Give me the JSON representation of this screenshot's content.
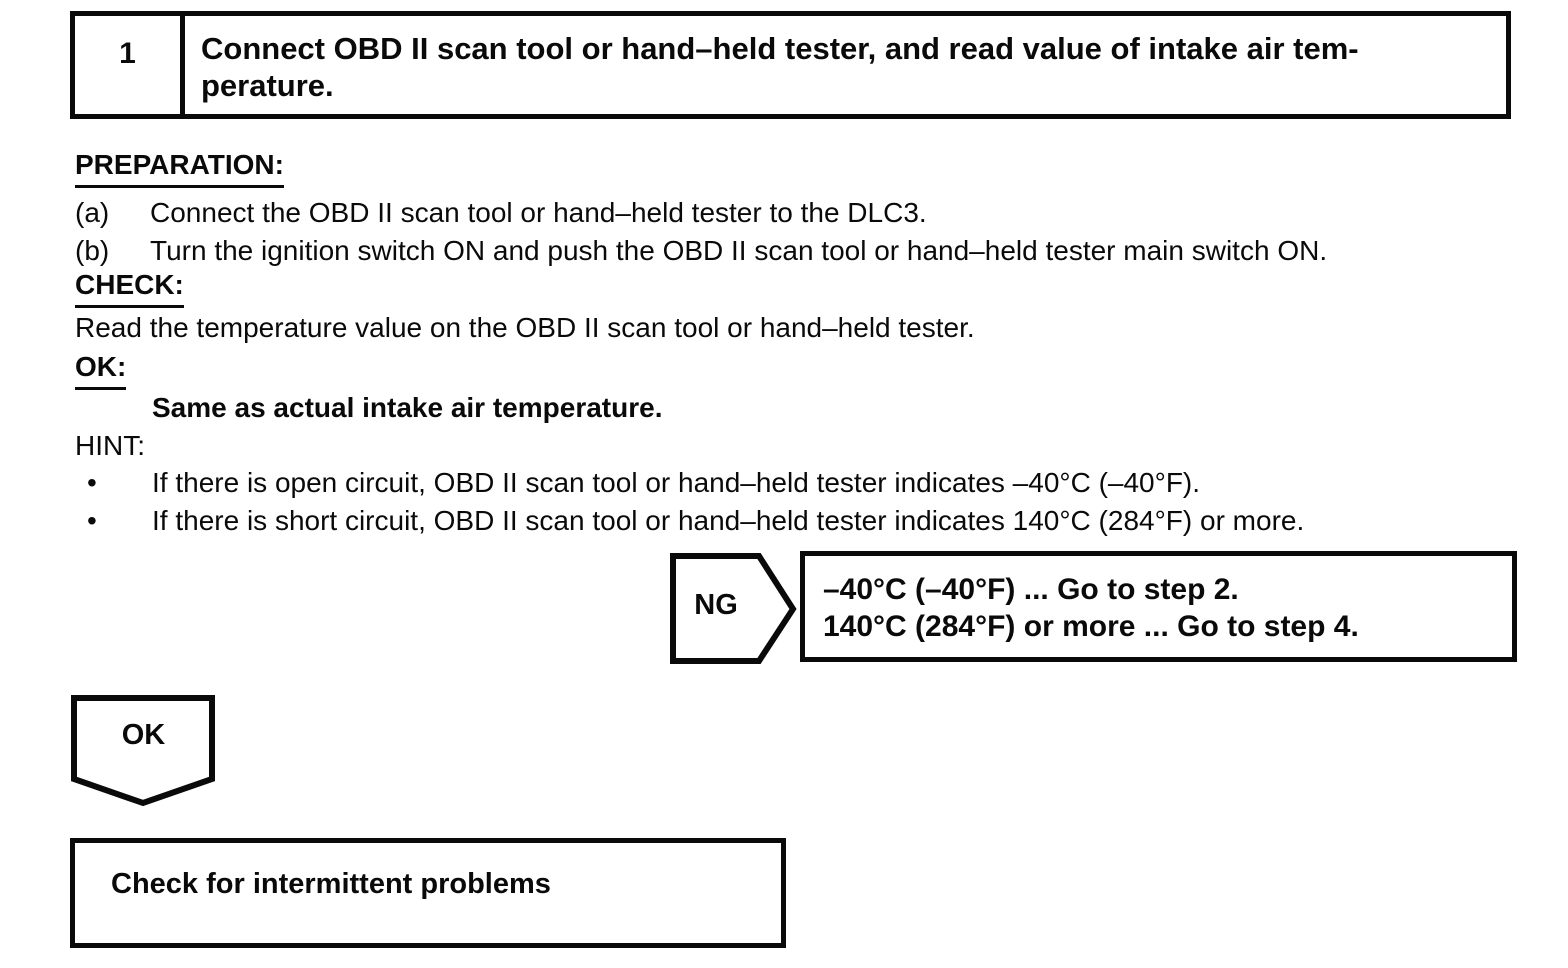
{
  "page": {
    "background": "#ffffff",
    "ink": "#0a0a0a"
  },
  "step_header": {
    "number": "1",
    "title_lines": [
      "Connect OBD II scan tool or hand–held tester, and read value of intake air tem-",
      "perature."
    ]
  },
  "sections": {
    "preparation": {
      "heading": "PREPARATION:",
      "items": [
        {
          "label": "(a)",
          "text": "Connect the OBD II scan tool or hand–held tester to the DLC3."
        },
        {
          "label": "(b)",
          "text": "Turn the ignition switch ON and push the OBD II scan tool or hand–held tester main switch ON."
        }
      ]
    },
    "check": {
      "heading": "CHECK:",
      "text": "Read the temperature value on the OBD II scan tool or hand–held tester."
    },
    "ok": {
      "heading": "OK:",
      "text": "Same as actual intake air temperature."
    },
    "hint": {
      "heading": "HINT:",
      "bullet_glyph": "•",
      "bullets": [
        "If there is open circuit, OBD II scan tool or hand–held tester indicates –40°C (–40°F).",
        "If there is short circuit, OBD II scan tool or hand–held tester indicates 140°C (284°F) or more."
      ]
    }
  },
  "flow": {
    "ng": {
      "label": "NG",
      "result_lines": [
        "–40°C (–40°F) ... Go to step 2.",
        "140°C (284°F) or more ... Go to step 4."
      ]
    },
    "ok": {
      "label": "OK",
      "result": "Check for intermittent problems"
    }
  }
}
